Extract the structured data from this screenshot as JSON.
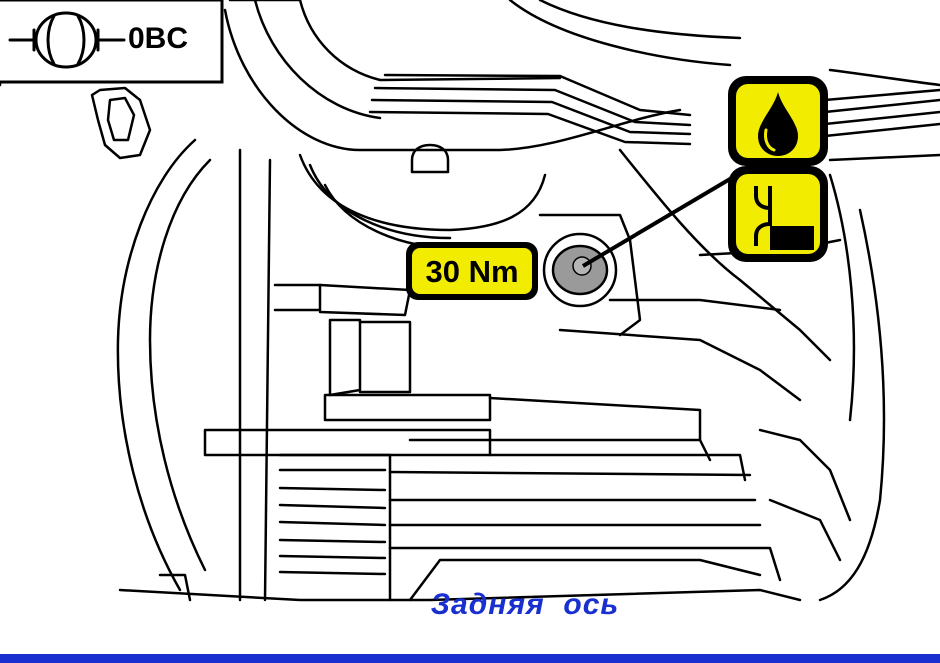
{
  "diagram": {
    "component_code": "0BC",
    "torque_label": "30 Nm",
    "caption": "Задняя  ось",
    "icons": {
      "unit_icon": "rear-axle-differential-icon",
      "fluid_icon": "oil-drop-icon",
      "fill_level_icon": "fill-to-edge-icon"
    },
    "colors": {
      "highlight": "#f2ec00",
      "caption": "#1a2fd0",
      "line": "#000000",
      "plug": "#9a9a9a"
    }
  }
}
